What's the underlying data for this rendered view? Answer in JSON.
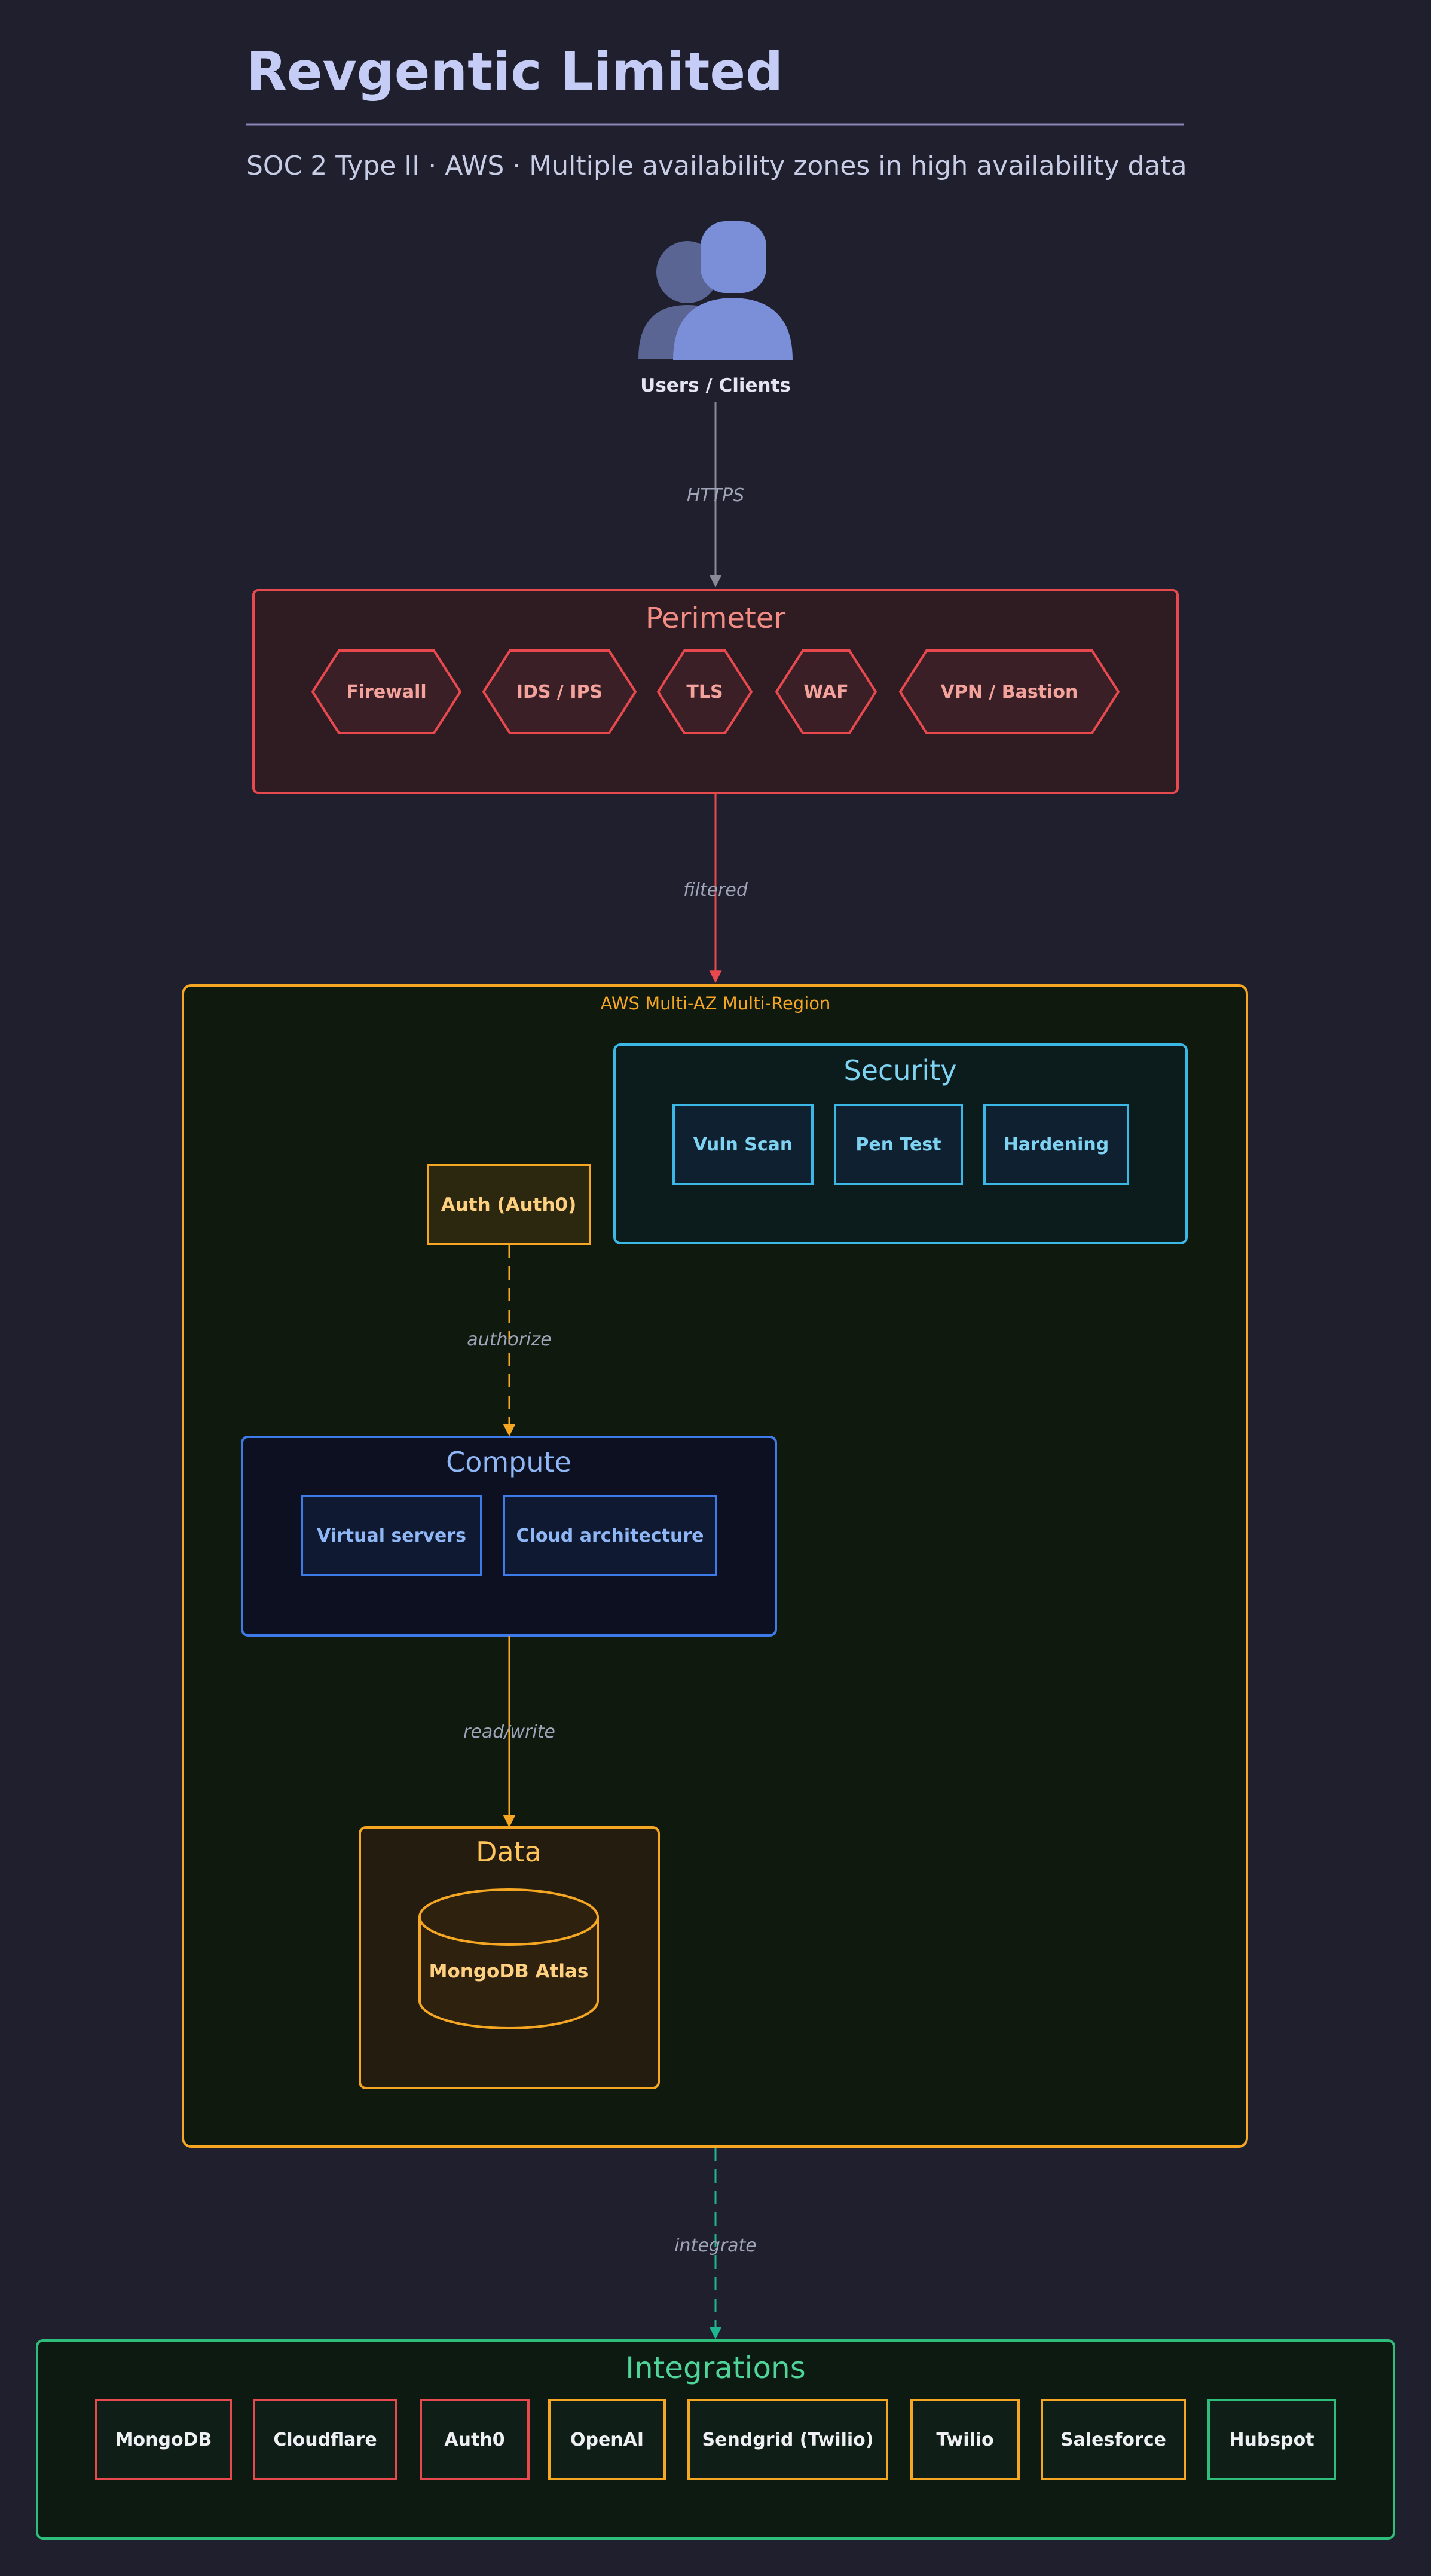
{
  "header": {
    "title": "Revgentic Limited",
    "subtitle": "SOC 2 Type II · AWS · Multiple availability zones in high availability data"
  },
  "users": {
    "label": "Users / Clients",
    "icon": "users-icon"
  },
  "edges": {
    "https": "HTTPS",
    "filtered": "filtered",
    "authorize": "authorize",
    "readwrite": "read/write",
    "integrate": "integrate"
  },
  "perimeter": {
    "title": "Perimeter",
    "items": [
      "Firewall",
      "IDS / IPS",
      "TLS",
      "WAF",
      "VPN / Bastion"
    ]
  },
  "aws": {
    "label": "AWS Multi-AZ Multi-Region"
  },
  "security": {
    "title": "Security",
    "items": [
      "Vuln Scan",
      "Pen Test",
      "Hardening"
    ]
  },
  "auth": {
    "label": "Auth (Auth0)"
  },
  "compute": {
    "title": "Compute",
    "items": [
      "Virtual servers",
      "Cloud architecture"
    ]
  },
  "data": {
    "title": "Data",
    "db": "MongoDB Atlas"
  },
  "integrations": {
    "title": "Integrations",
    "items": [
      "MongoDB",
      "Cloudflare",
      "Auth0",
      "OpenAI",
      "Sendgrid (Twilio)",
      "Twilio",
      "Salesforce",
      "Hubspot"
    ]
  },
  "colors": {
    "background": "#1f1f2e",
    "title": "#c5cdf6",
    "perimeter": "#e8494e",
    "aws": "#f5a623",
    "security": "#3bb8e6",
    "compute": "#3d7be8",
    "data": "#f5a623",
    "integrations": "#2ebd7a",
    "user_icon": "#7b8fd8"
  }
}
